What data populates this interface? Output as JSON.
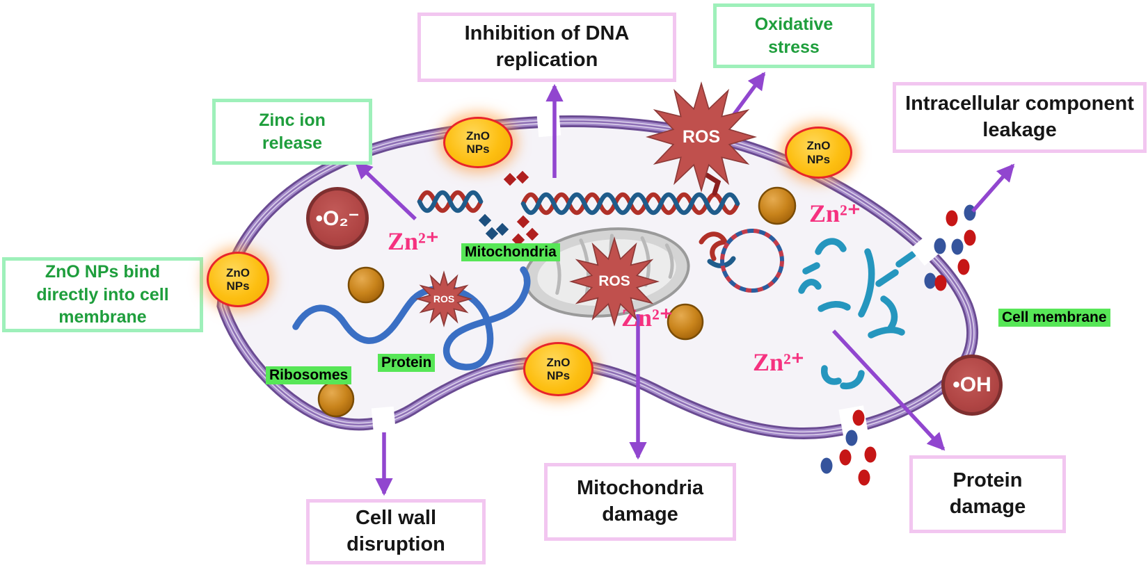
{
  "colors": {
    "green_text": "#1e9e3c",
    "green_box_border": "#9ef0ba",
    "pink_box_border": "#f2c6f0",
    "highlight_green": "#57e657",
    "arrow_purple": "#9146cf",
    "membrane_purple": "#6a4b92",
    "ros_red": "#c0504d",
    "zno_fill": "#fdbf12",
    "zno_border": "#e8252a",
    "zinc_pink": "#f5317f",
    "radical_red": "#b04544",
    "dna_red": "#b03028",
    "dna_blue": "#1f5c8b",
    "protein_blue": "#3a6fc4",
    "fragment_blue": "#2596be"
  },
  "callouts": {
    "inhibition_dna": "Inhibition of DNA replication",
    "oxidative_stress": "Oxidative stress",
    "zinc_ion_release": "Zinc ion release",
    "intracellular_leakage": "Intracellular component leakage",
    "zno_bind_membrane": "ZnO NPs bind directly into cell membrane",
    "cell_wall_disruption": "Cell wall disruption",
    "mitochondria_damage": "Mitochondria damage",
    "protein_damage": "Protein damage"
  },
  "labels": {
    "mitochondria": "Mitochondria",
    "ribosomes": "Ribosomes",
    "protein": "Protein",
    "cell_membrane": "Cell membrane"
  },
  "particles": {
    "zno_line1": "ZnO",
    "zno_line2": "NPs",
    "ros": "ROS",
    "superoxide": "•O₂⁻",
    "hydroxyl": "•OH",
    "zinc_ion": "Zn²⁺"
  }
}
